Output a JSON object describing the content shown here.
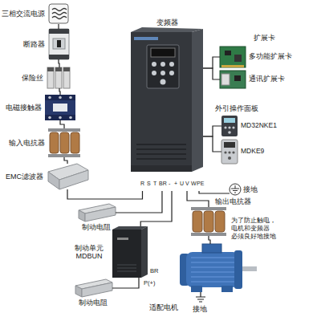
{
  "diagram": {
    "nodes": [
      {
        "text": [
          "三相交流电源"
        ]
      },
      {
        "text": [
          "断路器"
        ]
      },
      {
        "text": [
          "保险丝"
        ]
      },
      {
        "text": [
          "电磁接触器"
        ]
      },
      {
        "text": [
          "输入电抗器"
        ]
      },
      {
        "text": [
          "EMC滤波器"
        ]
      },
      {
        "text": [
          "变频器"
        ]
      },
      {
        "text": [
          "多功能扩展卡"
        ]
      },
      {
        "text": [
          "通讯扩展卡"
        ]
      },
      {
        "text": [
          "MD32NKE1"
        ]
      },
      {
        "text": [
          "MDKE9"
        ]
      },
      {
        "text": [
          "制动电阻"
        ]
      },
      {
        "text": [
          "制动单元 MDBUN"
        ]
      },
      {
        "text": [
          "制动电阻"
        ]
      },
      {
        "text": [
          "输出电抗器"
        ]
      },
      {
        "text": [
          "适配电机"
        ]
      }
    ],
    "edges": [
      {
        "from": 0,
        "to": 1,
        "arrow": "none"
      },
      {
        "from": 1,
        "to": 2,
        "arrow": "none"
      },
      {
        "from": 2,
        "to": 3,
        "arrow": "none"
      },
      {
        "from": 3,
        "to": 4,
        "arrow": "none"
      },
      {
        "from": 4,
        "to": 5,
        "arrow": "none"
      },
      {
        "from": 5,
        "to": 6,
        "arrow": "none"
      },
      {
        "from": 6,
        "to": 7,
        "arrow": "none"
      },
      {
        "from": 6,
        "to": 8,
        "arrow": "none"
      },
      {
        "from": 6,
        "to": 9,
        "arrow": "none"
      },
      {
        "from": 6,
        "to": 10,
        "arrow": "none"
      },
      {
        "from": 6,
        "to": 11,
        "arrow": "none"
      },
      {
        "from": 6,
        "to": 12,
        "arrow": "none"
      },
      {
        "from": 12,
        "to": 13,
        "arrow": "none"
      },
      {
        "from": 6,
        "to": 14,
        "arrow": "none"
      },
      {
        "from": 14,
        "to": 15,
        "arrow": "none"
      }
    ],
    "labels": [
      "扩展卡",
      "外引操作面板",
      "R",
      "S",
      "T",
      "BR",
      "-",
      "+",
      "U",
      "V",
      "W",
      "PE",
      "接地",
      "BR",
      "P(+)",
      "为了防止触电， 电机和变频器 必须良好地接地",
      "接地"
    ]
  }
}
